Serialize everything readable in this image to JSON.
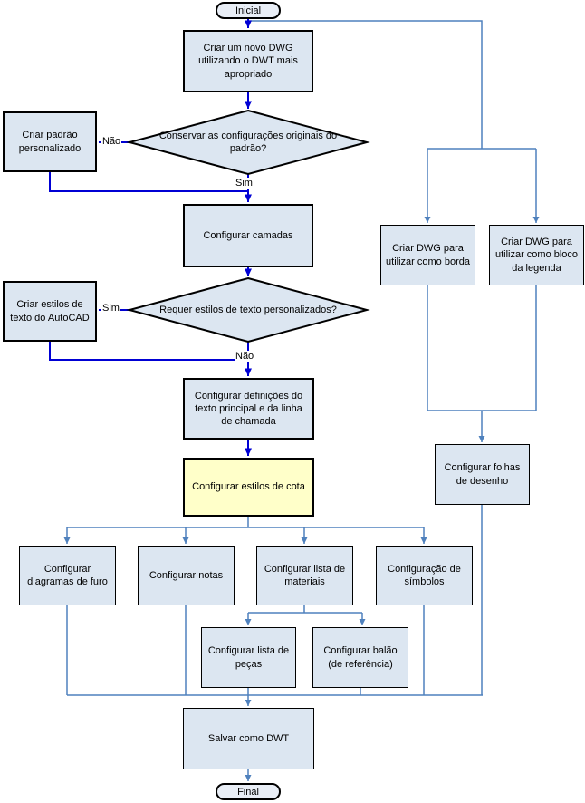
{
  "flowchart": {
    "start_label": "Inicial",
    "end_label": "Final",
    "nodes": {
      "novo_dwg": "Criar um novo DWG utilizando o DWT mais apropriado",
      "decisao_padrao": "Conservar as configurações originais do padrão?",
      "padrao_personalizado": "Criar padrão personalizado",
      "camadas": "Configurar camadas",
      "decisao_texto": "Requer estilos de texto personalizados?",
      "estilos_autocad": "Criar estilos de texto do AutoCAD",
      "definicoes_texto": "Configurar definições do texto principal e da linha de chamada",
      "estilos_cota": "Configurar estilos de cota",
      "diagramas_furo": "Configurar diagramas de furo",
      "notas": "Configurar notas",
      "lista_materiais": "Configurar lista de materiais",
      "simbolos": "Configuração de símbolos",
      "lista_pecas": "Configurar lista de peças",
      "balao": "Configurar balão (de referência)",
      "dwg_borda": "Criar DWG para utilizar como borda",
      "dwg_legenda": "Criar DWG para utilizar como bloco da legenda",
      "folhas_desenho": "Configurar folhas de desenho",
      "salvar_dwt": "Salvar como DWT"
    },
    "edge_labels": {
      "nao_padrao": "Não",
      "sim_padrao": "Sim",
      "sim_texto": "Sim",
      "nao_texto": "Não"
    },
    "colors": {
      "node_fill": "#dce6f1",
      "highlight_fill": "#ffffc9",
      "main_line": "#0000d4",
      "secondary_line": "#4f81bd",
      "border": "#000000"
    }
  }
}
